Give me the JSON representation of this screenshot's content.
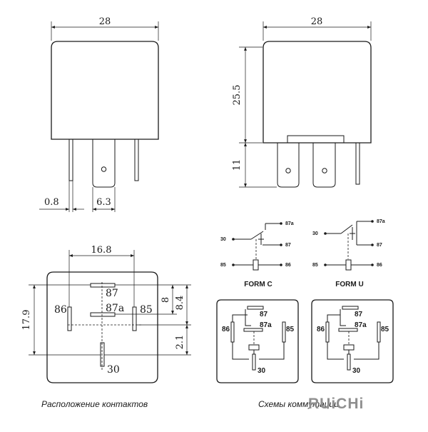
{
  "dimensions": {
    "front_width": "28",
    "side_width": "28",
    "height": "25.5",
    "pin_length": "11",
    "pin_thickness": "0.8",
    "pin_width": "6.3",
    "pin_spacing_h": "16.8",
    "pin_spacing_v": "17.9",
    "d8": "8",
    "d84": "8.4",
    "d21": "2.1"
  },
  "pins": {
    "p85": "85",
    "p86": "86",
    "p87": "87",
    "p87a": "87a",
    "p30": "30"
  },
  "schematics": {
    "form_c": "FORM C",
    "form_u": "FORM U"
  },
  "captions": {
    "left": "Расположение контактов",
    "right": "Схемы коммутации"
  },
  "brand": "RUiCHi"
}
